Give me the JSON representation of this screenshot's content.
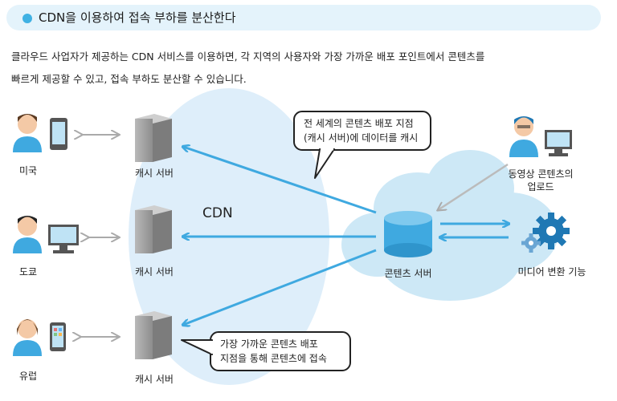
{
  "header": {
    "title": "CDN을 이용하여 접속 부하를 분산한다",
    "accent_color": "#3fb1e3",
    "bar_color": "#e4f3fb"
  },
  "description": {
    "line1": "클라우드 사업자가 제공하는 CDN 서비스를 이용하면, 각 지역의 사용자와 가장 가까운 배포 포인트에서 콘텐츠를",
    "line2": "빠르게 제공할 수 있고, 접속 부하도 분산할 수 있습니다."
  },
  "diagram": {
    "cdn_label": "CDN",
    "regions": [
      {
        "user_label": "미국",
        "device": "smartphone",
        "cache_label": "캐시 서버"
      },
      {
        "user_label": "도쿄",
        "device": "desktop-pc",
        "cache_label": "캐시 서버"
      },
      {
        "user_label": "유럽",
        "device": "tablet",
        "cache_label": "캐시 서버"
      }
    ],
    "content_server_label": "콘텐츠 서버",
    "uploader_label_line1": "동영상 콘텐츠의",
    "uploader_label_line2": "업로드",
    "media_label": "미디어 변환 기능",
    "callout_top": {
      "line1": "전 세계의 콘텐츠 배포 지점",
      "line2": "(캐시 서버)에 데이터를 캐시"
    },
    "callout_bottom": {
      "line1": "가장 가까운 콘텐츠 배포",
      "line2": "지점을 통해 콘텐츠에 접속"
    },
    "colors": {
      "arrow_blue": "#3fa9e0",
      "cloud_blue": "#cde8f6",
      "cdn_ellipse": "#deeefa",
      "gray_arrow": "#aaaaaa",
      "server_gray": "#9a9a9a",
      "gear_blue": "#1f78b4"
    }
  }
}
